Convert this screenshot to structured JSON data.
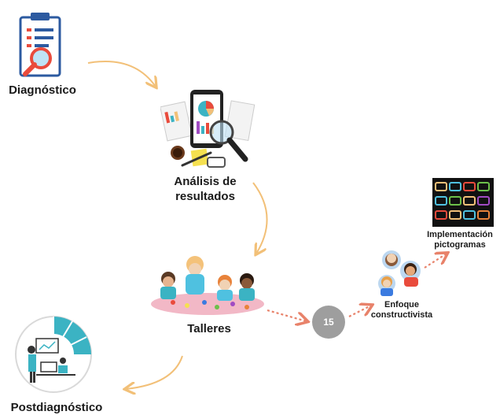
{
  "nodes": {
    "diagnostico": "Diagnóstico",
    "analisis_line1": "Análisis de",
    "analisis_line2": "resultados",
    "talleres": "Talleres",
    "number": "15",
    "enfoque_line1": "Enfoque",
    "enfoque_line2": "constructivista",
    "implementacion_line1": "Implementación",
    "implementacion_line2": "pictogramas",
    "postdiagnostico": "Postdiagnóstico"
  },
  "icons": {
    "diagnostico": "clipboard-magnifier-icon",
    "analisis": "tablet-charts-magnifier-icon",
    "talleres": "children-workshop-icon",
    "enfoque": "people-group-icon",
    "implementacion": "pictogram-board-icon",
    "postdiagnostico": "person-dashboard-icon"
  },
  "colors": {
    "curved_arrow": "#f2c078",
    "dotted_arrow": "#e8826a",
    "number_circle": "#9e9e9e",
    "teal_accent": "#3bb3c3"
  }
}
